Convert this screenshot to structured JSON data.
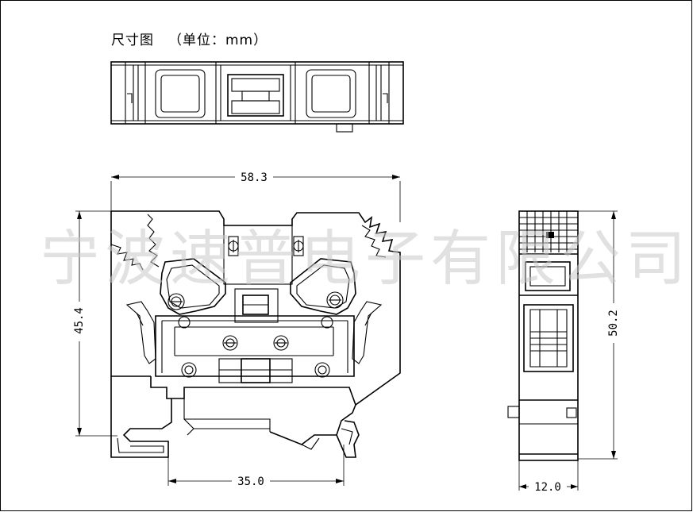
{
  "title": "尺寸图",
  "unit_label": "（单位：mm）",
  "watermark": "宁波速普电子有限公司",
  "dimensions": {
    "width_top": "58.3",
    "height_left": "45.4",
    "base_width": "35.0",
    "side_height": "50.2",
    "side_width": "12.0"
  }
}
